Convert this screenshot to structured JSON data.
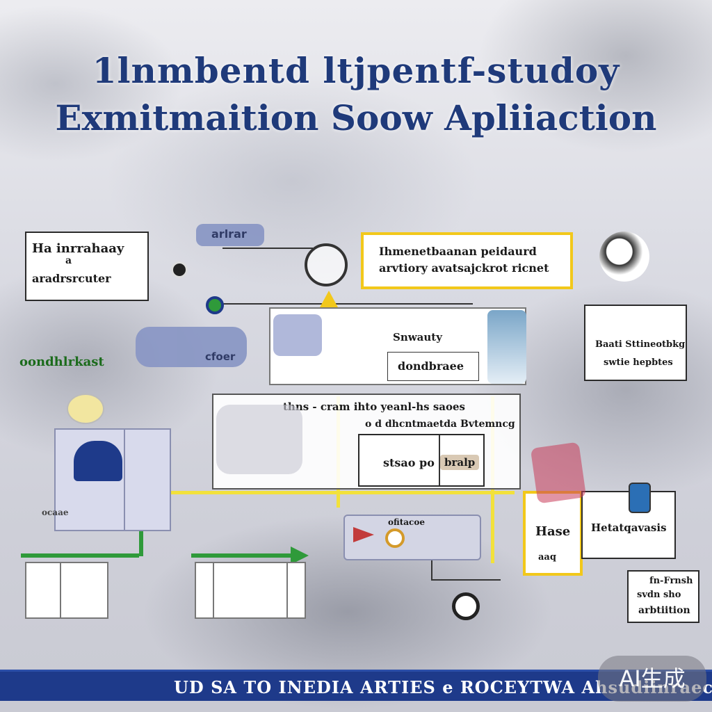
{
  "title": {
    "line1": "1lnmbentd ltjpentf-studoy",
    "line2": "Exmitmaition Soow  Apliiaction"
  },
  "boxes": {
    "top_left": {
      "line1": "Ha inrrahaay",
      "line2": "a",
      "line3": "aradrsrcuter"
    },
    "top_chip": "arlrar",
    "top_center": {
      "line1": "Ihmenetbaanan peidaurd",
      "line2": "arvtiory avatsajckrot ricnet"
    },
    "mid_center": {
      "label1": "Snwauty",
      "label2": "dondbraee"
    },
    "mid_right": {
      "line1": "Baati Sttineotbkg",
      "line2": "swtie hepbtes"
    },
    "left_label": "oondhlrkast",
    "left_chip": "cfoer",
    "center_row": {
      "line1": "thns  -  cram ihto yeanl-hs saoes",
      "line2": "o  d  dhcntmaetda  Bvtemncg"
    },
    "center_inner": {
      "label": "stsao po",
      "pill": "bralp"
    },
    "bottom_center_label": "ofitacoe",
    "right_lower": {
      "label1": "Hase",
      "label2": "aaq",
      "label3": "Hetatqavasis"
    },
    "bottom_right": {
      "line1": "fn-Frnsh",
      "line2": "svdn sho",
      "line3": "arbtiition"
    },
    "small_caption": "ocaae"
  },
  "footer": {
    "text": "UD  SA  TO  INEDIA ARTIES  e  ROCEYTWA  Ahsudiinraec"
  },
  "watermark": "AI生成",
  "colors": {
    "title": "#1f3a7a",
    "footer": "#1e3a8a",
    "accent_yellow": "#f2c81b",
    "accent_green": "#2f9a3a",
    "chip_blue": "#8795c4"
  }
}
